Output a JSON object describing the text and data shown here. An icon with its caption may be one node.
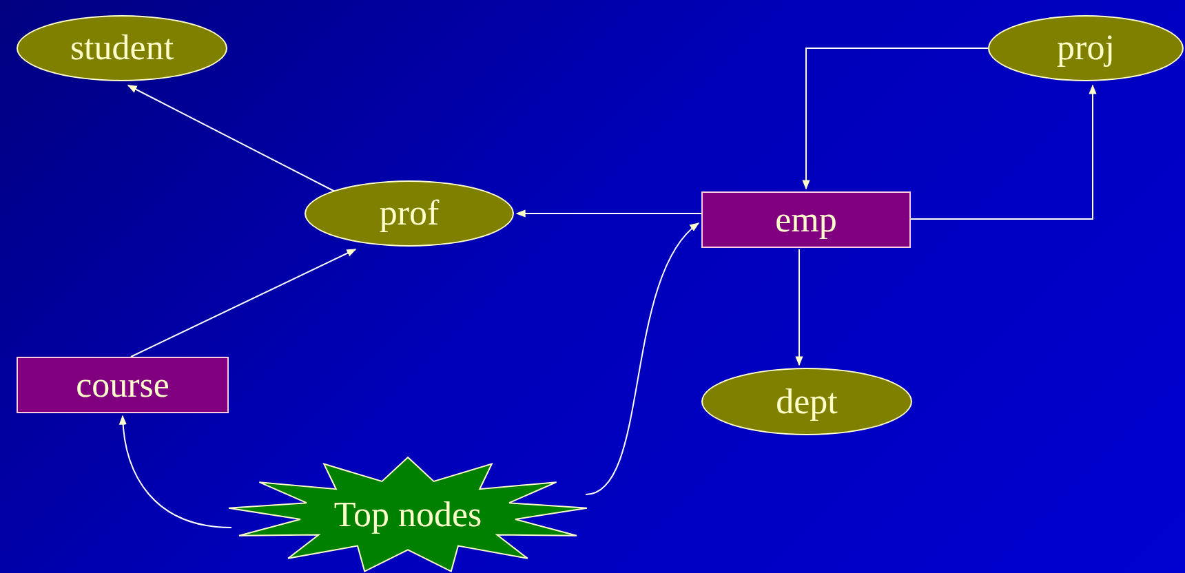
{
  "diagram": {
    "nodes": [
      {
        "text": [
          "student"
        ]
      },
      {
        "text": [
          "prof"
        ]
      },
      {
        "text": [
          "emp"
        ]
      },
      {
        "text": [
          "proj"
        ]
      },
      {
        "text": [
          "course"
        ]
      },
      {
        "text": [
          "dept"
        ]
      },
      {
        "text": [
          "Top nodes"
        ]
      }
    ],
    "edges": [
      {
        "from": 1,
        "to": 0,
        "arrow": "to"
      },
      {
        "from": 2,
        "to": 1,
        "arrow": "to"
      },
      {
        "from": 3,
        "to": 2,
        "arrow": "to"
      },
      {
        "from": 2,
        "to": 3,
        "arrow": "to"
      },
      {
        "from": 2,
        "to": 5,
        "arrow": "to"
      },
      {
        "from": 4,
        "to": 1,
        "arrow": "to"
      },
      {
        "from": 6,
        "to": 4,
        "arrow": "to"
      },
      {
        "from": 6,
        "to": 2,
        "arrow": "to"
      }
    ]
  }
}
